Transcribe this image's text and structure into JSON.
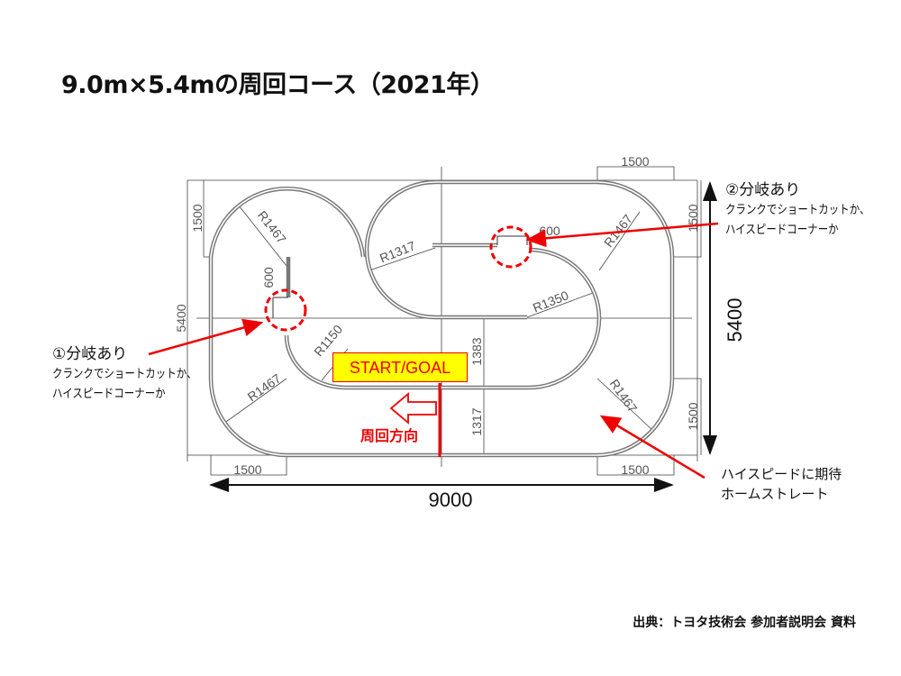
{
  "title": "9.0m×5.4mの周回コース（2021年）",
  "dimensions": {
    "width_total": "9000",
    "height_total": "5400",
    "height_left": "5400",
    "corner": "1500",
    "branch_width": "600",
    "gap_upper": "1383",
    "gap_lower": "1317",
    "radii": [
      "R1467",
      "R1317",
      "R1350",
      "R1150"
    ]
  },
  "start_goal": "START/GOAL",
  "direction_label": "周回方向",
  "annotations": {
    "branch1": {
      "head": "①分岐あり",
      "line1": "クランクでショートカットか、",
      "line2": "ハイスピードコーナーか"
    },
    "branch2": {
      "head": "②分岐あり",
      "line1": "クランクでショートカットか、",
      "line2": "ハイスピードコーナーか"
    },
    "straight": {
      "line1": "ハイスピードに期待",
      "line2": "ホームストレート"
    }
  },
  "source": "出典：トヨタ技術会 参加者説明会 資料",
  "colors": {
    "accent": "#ee0000",
    "highlight": "#ffff00",
    "track": "#777777"
  }
}
